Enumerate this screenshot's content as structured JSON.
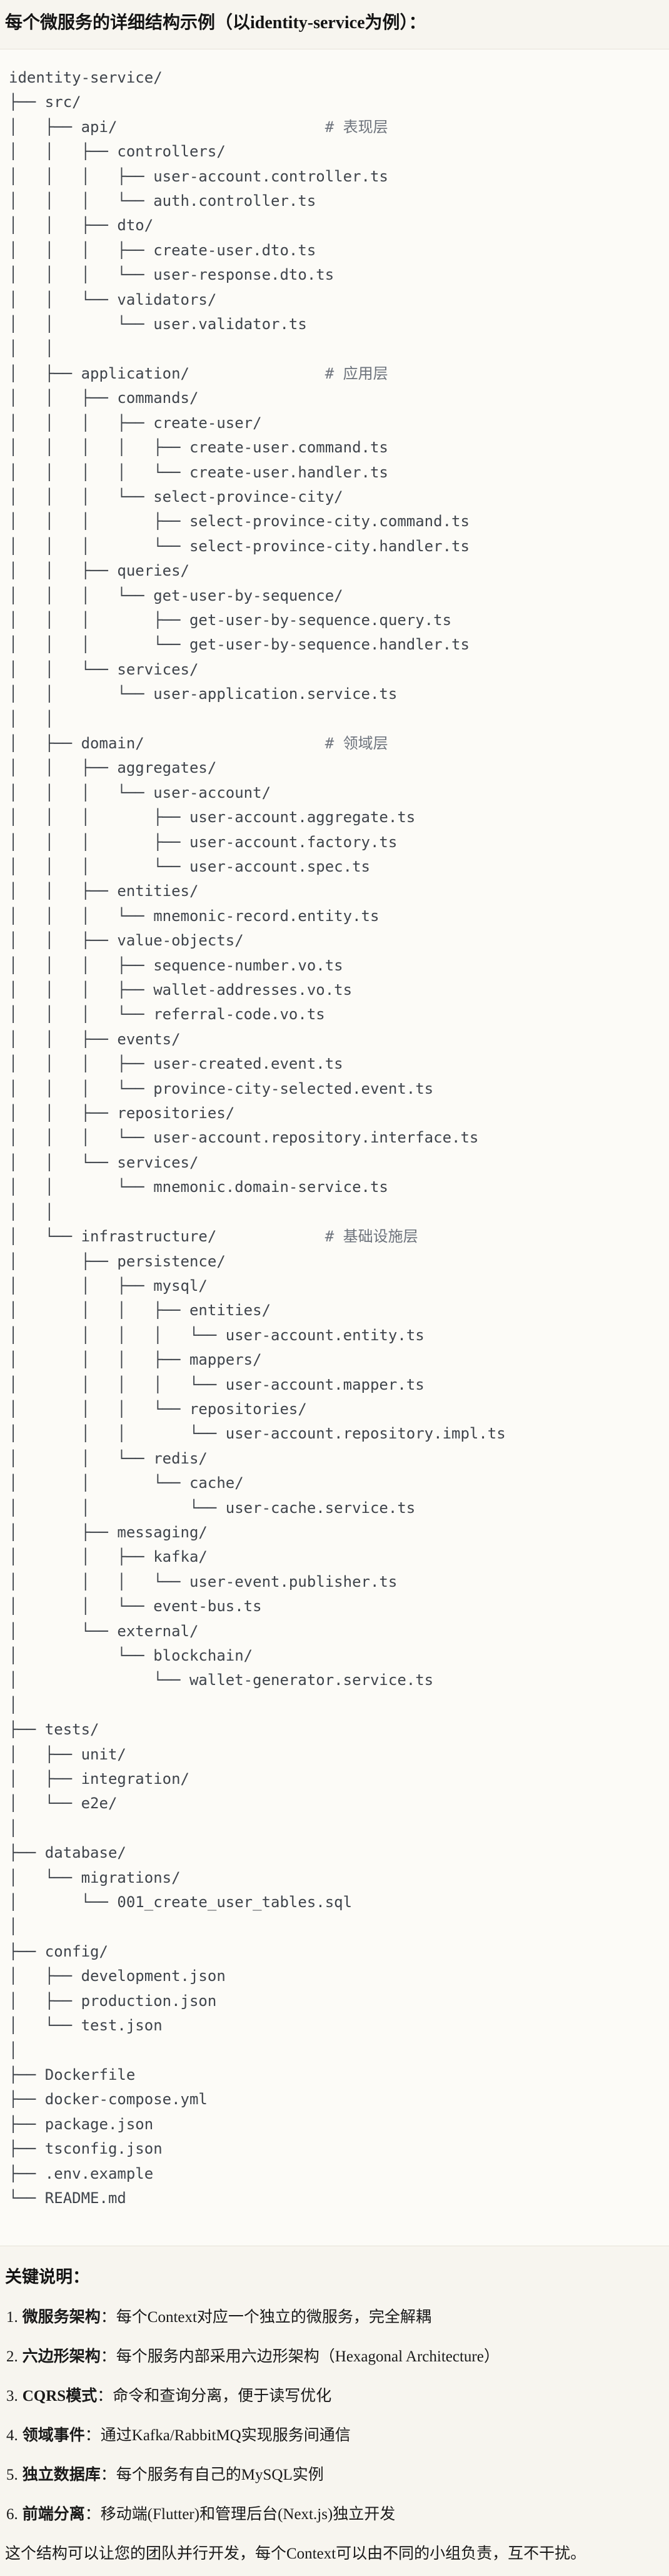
{
  "page": {
    "title": "每个微服务的详细结构示例（以identity-service为例）：",
    "colors": {
      "page_bg": "#f7f5ef",
      "code_bg": "#fcfbf7",
      "code_border": "#e6e3d9",
      "code_text": "#3f444b",
      "comment_text": "#6d737c",
      "body_text": "#191919"
    }
  },
  "code_block": {
    "root": "identity-service/",
    "layer_comments": [
      "# 表现层",
      "# 应用层",
      "# 领域层",
      "# 基础设施层"
    ],
    "lines": [
      "identity-service/",
      "├── src/",
      "│   ├── api/                       # 表现层",
      "│   │   ├── controllers/",
      "│   │   │   ├── user-account.controller.ts",
      "│   │   │   └── auth.controller.ts",
      "│   │   ├── dto/",
      "│   │   │   ├── create-user.dto.ts",
      "│   │   │   └── user-response.dto.ts",
      "│   │   └── validators/",
      "│   │       └── user.validator.ts",
      "│   │",
      "│   ├── application/               # 应用层",
      "│   │   ├── commands/",
      "│   │   │   ├── create-user/",
      "│   │   │   │   ├── create-user.command.ts",
      "│   │   │   │   └── create-user.handler.ts",
      "│   │   │   └── select-province-city/",
      "│   │   │       ├── select-province-city.command.ts",
      "│   │   │       └── select-province-city.handler.ts",
      "│   │   ├── queries/",
      "│   │   │   └── get-user-by-sequence/",
      "│   │   │       ├── get-user-by-sequence.query.ts",
      "│   │   │       └── get-user-by-sequence.handler.ts",
      "│   │   └── services/",
      "│   │       └── user-application.service.ts",
      "│   │",
      "│   ├── domain/                    # 领域层",
      "│   │   ├── aggregates/",
      "│   │   │   └── user-account/",
      "│   │   │       ├── user-account.aggregate.ts",
      "│   │   │       ├── user-account.factory.ts",
      "│   │   │       └── user-account.spec.ts",
      "│   │   ├── entities/",
      "│   │   │   └── mnemonic-record.entity.ts",
      "│   │   ├── value-objects/",
      "│   │   │   ├── sequence-number.vo.ts",
      "│   │   │   ├── wallet-addresses.vo.ts",
      "│   │   │   └── referral-code.vo.ts",
      "│   │   ├── events/",
      "│   │   │   ├── user-created.event.ts",
      "│   │   │   └── province-city-selected.event.ts",
      "│   │   ├── repositories/",
      "│   │   │   └── user-account.repository.interface.ts",
      "│   │   └── services/",
      "│   │       └── mnemonic.domain-service.ts",
      "│   │",
      "│   └── infrastructure/            # 基础设施层",
      "│       ├── persistence/",
      "│       │   ├── mysql/",
      "│       │   │   ├── entities/",
      "│       │   │   │   └── user-account.entity.ts",
      "│       │   │   ├── mappers/",
      "│       │   │   │   └── user-account.mapper.ts",
      "│       │   │   └── repositories/",
      "│       │   │       └── user-account.repository.impl.ts",
      "│       │   └── redis/",
      "│       │       └── cache/",
      "│       │           └── user-cache.service.ts",
      "│       ├── messaging/",
      "│       │   ├── kafka/",
      "│       │   │   └── user-event.publisher.ts",
      "│       │   └── event-bus.ts",
      "│       └── external/",
      "│           └── blockchain/",
      "│               └── wallet-generator.service.ts",
      "│",
      "├── tests/",
      "│   ├── unit/",
      "│   ├── integration/",
      "│   └── e2e/",
      "│",
      "├── database/",
      "│   └── migrations/",
      "│       └── 001_create_user_tables.sql",
      "│",
      "├── config/",
      "│   ├── development.json",
      "│   ├── production.json",
      "│   └── test.json",
      "│",
      "├── Dockerfile",
      "├── docker-compose.yml",
      "├── package.json",
      "├── tsconfig.json",
      "├── .env.example",
      "└── README.md"
    ]
  },
  "key_notes": {
    "heading": "关键说明：",
    "items": [
      {
        "num": "1.",
        "label": "微服务架构",
        "sep": "：",
        "text": "每个Context对应一个独立的微服务，完全解耦"
      },
      {
        "num": "2.",
        "label": "六边形架构",
        "sep": "：",
        "text": "每个服务内部采用六边形架构（Hexagonal Architecture）"
      },
      {
        "num": "3.",
        "label": "CQRS模式",
        "sep": "：",
        "text": "命令和查询分离，便于读写优化"
      },
      {
        "num": "4.",
        "label": "领域事件",
        "sep": "：",
        "text": "通过Kafka/RabbitMQ实现服务间通信"
      },
      {
        "num": "5.",
        "label": "独立数据库",
        "sep": "：",
        "text": "每个服务有自己的MySQL实例"
      },
      {
        "num": "6.",
        "label": "前端分离",
        "sep": "：",
        "text": "移动端(Flutter)和管理后台(Next.js)独立开发"
      }
    ],
    "footer": "这个结构可以让您的团队并行开发，每个Context可以由不同的小组负责，互不干扰。"
  }
}
